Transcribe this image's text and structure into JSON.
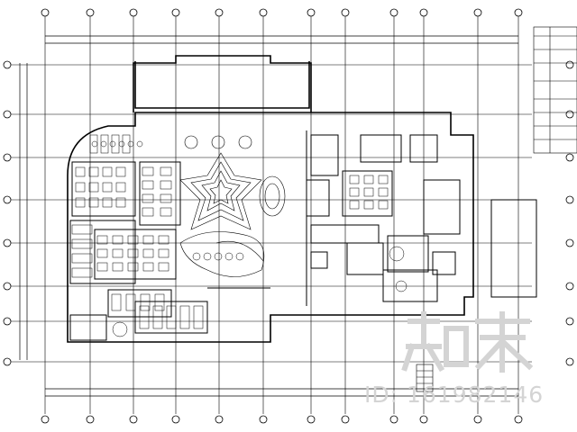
{
  "drawing": {
    "kind": "architectural floor plan",
    "line_color": "#000000",
    "background": "#ffffff"
  },
  "watermark": {
    "logo_text": "知末",
    "id_text": "ID: 161982146",
    "color": "#d4d4d4"
  }
}
